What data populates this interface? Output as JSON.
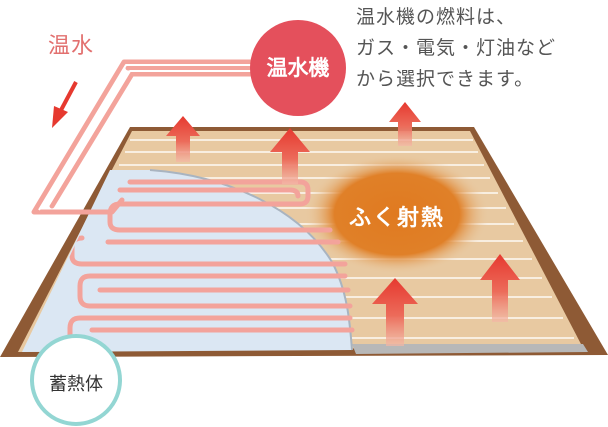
{
  "labels": {
    "hot_water": "温水",
    "boiler": "温水機",
    "radiant_heat": "ふく射熱",
    "heat_storage": "蓄熱体"
  },
  "caption": {
    "lines": [
      "温水機の燃料は、",
      "ガス・電気・灯油など",
      "から選択できます。"
    ]
  },
  "colors": {
    "pipe": "#f3a39b",
    "boiler": "#e4505c",
    "arrow": "#e6392f",
    "floor_board": "#e8c9a1",
    "floor_frame": "#8e5a35",
    "heat_storage_layer": "#dbe7f3",
    "radiant_glow": "#e07a20",
    "storage_circle_border": "#93d6d3"
  },
  "icons": [
    "arrow-down-left-icon",
    "heat-up-arrow-icon"
  ]
}
